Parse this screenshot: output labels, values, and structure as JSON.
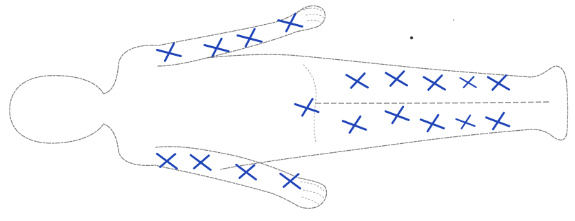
{
  "colors": {
    "outline": "#7a7a7a",
    "marker": "#1f44b8"
  },
  "markers": {
    "symbol": "x",
    "regions": [
      {
        "region": "upper-arm",
        "count": 4
      },
      {
        "region": "lower-arm",
        "count": 4
      },
      {
        "region": "back-upper-row",
        "count": 5
      },
      {
        "region": "back-lower-row",
        "count": 5
      },
      {
        "region": "back-center",
        "count": 1
      }
    ]
  }
}
